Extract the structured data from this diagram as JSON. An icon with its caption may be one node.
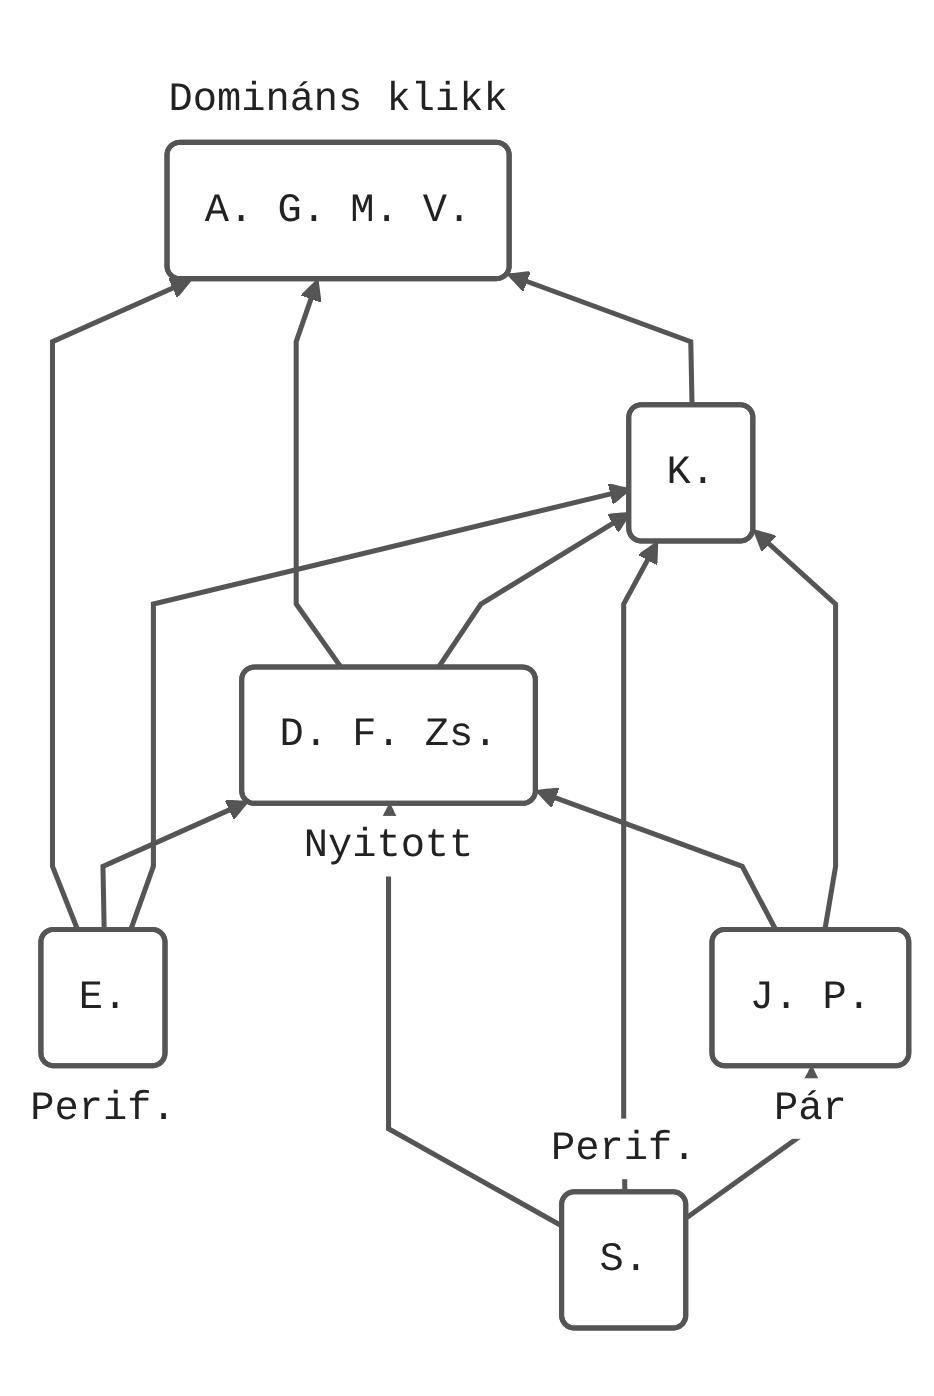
{
  "diagram": {
    "nodes": [
      {
        "text": [
          "A. G. M. V."
        ],
        "beside": [
          "Domináns klikk"
        ]
      },
      {
        "text": [
          "E."
        ],
        "beside": [
          "Perif."
        ]
      },
      {
        "text": [
          "D. F. Zs."
        ],
        "beside": [
          "Nyitott"
        ]
      },
      {
        "text": [
          "K."
        ]
      },
      {
        "text": [
          "S."
        ],
        "beside": [
          "Perif."
        ]
      },
      {
        "text": [
          "J. P."
        ],
        "beside": [
          "Pár"
        ]
      }
    ],
    "edges": [
      {
        "from": 1,
        "to": 0,
        "arrow": "to"
      },
      {
        "from": 2,
        "to": 0,
        "arrow": "to"
      },
      {
        "from": 3,
        "to": 0,
        "arrow": "to"
      },
      {
        "from": 1,
        "to": 2,
        "arrow": "to"
      },
      {
        "from": 1,
        "to": 3,
        "arrow": "to"
      },
      {
        "from": 2,
        "to": 3,
        "arrow": "to"
      },
      {
        "from": 4,
        "to": 2,
        "arrow": "to"
      },
      {
        "from": 4,
        "to": 3,
        "arrow": "to"
      },
      {
        "from": 4,
        "to": 5,
        "arrow": "to"
      },
      {
        "from": 5,
        "to": 2,
        "arrow": "to"
      },
      {
        "from": 5,
        "to": 3,
        "arrow": "to"
      }
    ]
  }
}
